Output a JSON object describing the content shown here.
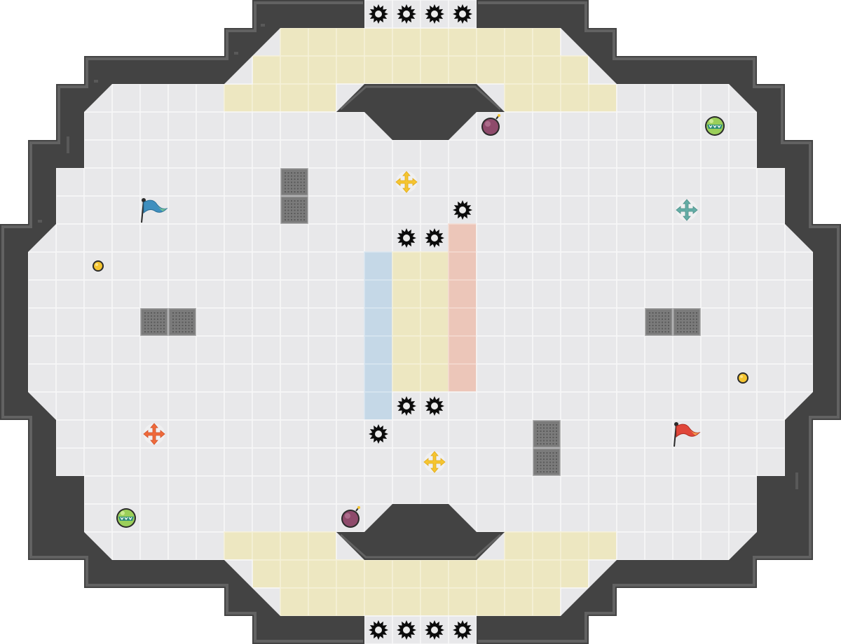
{
  "game": {
    "board_cols": 30,
    "board_rows": 23
  },
  "colors": {
    "floor": "#e8e8ea",
    "wall": "#434343",
    "neutral_tile": "#ede7c1",
    "blue_team": "#3f8fbf",
    "red_team": "#e0463a",
    "blue_zone": "#c5d8e7",
    "red_zone": "#ecc6b9",
    "boost_yellow": "#f5c531",
    "boost_orange": "#ef6a3a",
    "boost_teal": "#64ada6"
  },
  "entities": {
    "flags": [
      {
        "team": "blue",
        "icon": "blue-flag-icon"
      },
      {
        "team": "red",
        "icon": "red-flag-icon"
      }
    ],
    "bombs": [
      {
        "icon": "bomb-icon"
      },
      {
        "icon": "bomb-icon"
      }
    ],
    "powerups": [
      {
        "icon": "powerup-icon"
      },
      {
        "icon": "powerup-icon"
      }
    ],
    "boosts": [
      {
        "kind": "neutral",
        "icon": "yellow-boost-icon"
      },
      {
        "kind": "neutral",
        "icon": "yellow-boost-icon"
      },
      {
        "kind": "red",
        "icon": "orange-boost-icon"
      },
      {
        "kind": "blue",
        "icon": "teal-boost-icon"
      }
    ],
    "buttons": [
      {
        "icon": "button-icon"
      },
      {
        "icon": "button-icon"
      }
    ]
  }
}
